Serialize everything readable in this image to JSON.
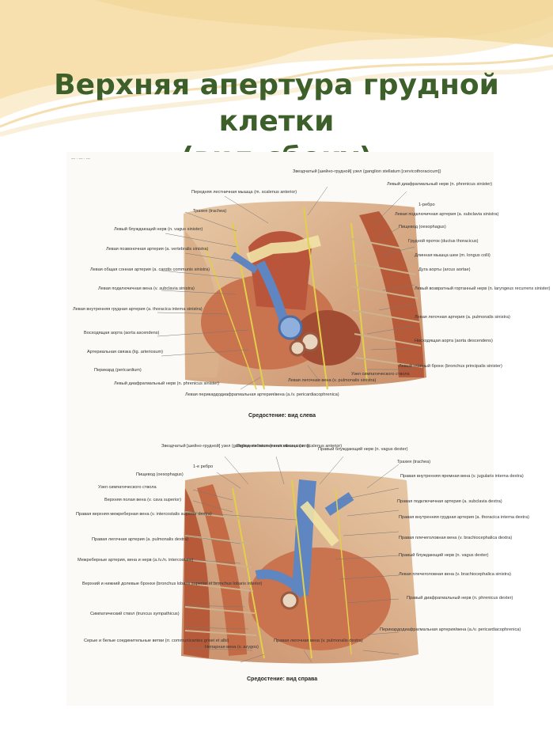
{
  "slide": {
    "title_line1": "Верхняя апертура грудной клетки",
    "title_line2": "(вид  сбоку)"
  },
  "colors": {
    "title": "#3d5f2a",
    "swoosh_gold": "#f3d79a",
    "swoosh_light": "#fbeed0",
    "muscle": "#b65a3a",
    "vein": "#5f86c0",
    "nerve": "#e2cf4a",
    "tissue": "#e8c9a6"
  },
  "figure_left": {
    "caption": "Средостение: вид слева",
    "labels": [
      "Звездчатый [шейно-грудной] узел (ganglion stellatum [cervicothoracicum])",
      "Передняя лестничная мышца (m. scalenus anterior)",
      "Левый диафрагмальный нерв (n. phrenicus sinister)",
      "Трахея (trachea)",
      "1-ребро",
      "Левая подключичная артерия (a. subclavia sinistra)",
      "Левый блуждающий нерв (n. vagus sinister)",
      "Пищевод (oesophagus)",
      "Левая позвоночная артерия (a. vertebralis sinistra)",
      "Грудной проток (ductus thoracicus)",
      "Левая общая сонная артерия (a. carotis communis sinistra)",
      "Длинная мышца шеи (m. longus colli)",
      "Левая подключичная вена (v. subclavia sinistra)",
      "Дуга аорты (arcus aortae)",
      "Левая внутренняя грудная артерия (a. thoracica interna sinistra)",
      "Левый возвратный гортанный нерв (n. laryngeus recurrens sinister)",
      "Восходящая аорта (aorta ascendens)",
      "Левая легочная артерия (a. pulmonalis sinistra)",
      "Артериальная связка (lig. arteriosum)",
      "Нисходящая аорта (aorta descendens)",
      "Перикард (pericardium)",
      "Левый главный бронх (bronchus principalis sinister)",
      "Левый диафрагмальный нерв (n. phrenicus sinister)",
      "Левая перикардодиафрагмальная артерия/вена (a./v. pericardiacophrenica)",
      "Левая легочная вена (v. pulmonalis sinistra)",
      "Узел симпатического ствола"
    ]
  },
  "figure_right": {
    "caption": "Средостение: вид справа",
    "labels": [
      "Звездчатый [шейно-грудной] узел (ganglion stellatum [cervicothoracicum])",
      "Передняя лестничная мышца (m. scalenus anterior)",
      "Правый блуждающий нерв (n. vagus dexter)",
      "Трахея (trachea)",
      "1-е ребро",
      "Пищевод (oesophagus)",
      "Правая внутренняя яремная вена (v. jugularis interna dextra)",
      "Узел симпатического ствола",
      "Правая подключичная артерия (a. subclavia dextra)",
      "Верхняя полая вена (v. cava superior)",
      "Правая внутренняя грудная артерия (a. thoracica interna dextra)",
      "Правая верхняя межреберная вена (v. intercostalis superior dextra)",
      "Правая плечеголовная вена (v. brachiocephalica dextra)",
      "Правая легочная артерия (a. pulmonalis dextra)",
      "Правый блуждающий нерв (n. vagus dexter)",
      "Межреберные артерия, вена и нерв (a./v./n. intercostalis)",
      "Левая плечеголовная вена (v. brachiocephalica sinistra)",
      "Верхний и нижний долевые бронхи (bronchus lobaris superior et bronchus lobaris inferior)",
      "Правый диафрагмальный нерв (n. phrenicus dexter)",
      "Симпатический ствол (truncus sympathicus)",
      "Перикардодиафрагмальная артерия/вена (a./v. pericardiacophrenica)",
      "Серые и белые соединительные ветви (rr. communicantes grisei et albi)",
      "Непарная вена (v. azygos)",
      "Правая легочная вена (v. pulmonalis dextra)"
    ]
  }
}
